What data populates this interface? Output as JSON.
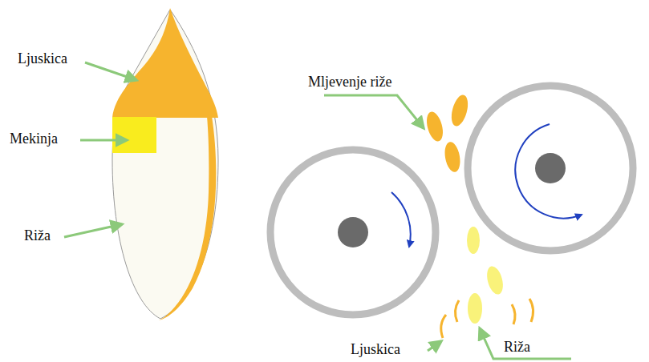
{
  "diagram": {
    "labels": [
      "Ljuskica",
      "Mekinja",
      "Riža",
      "Mljevenje riže",
      "Ljuskica",
      "Riža"
    ]
  }
}
